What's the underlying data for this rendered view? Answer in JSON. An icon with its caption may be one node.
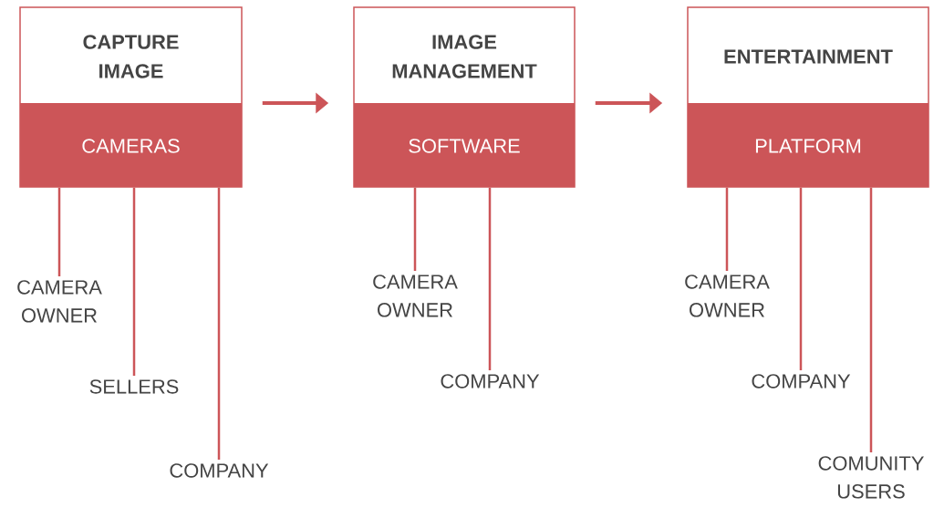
{
  "diagram": {
    "nodes": [
      {
        "text": [
          "CAPTURE IMAGE",
          "CAMERAS"
        ]
      },
      {
        "text": [
          "CAMERA OWNER"
        ]
      },
      {
        "text": [
          "SELLERS"
        ]
      },
      {
        "text": [
          "COMPANY"
        ]
      },
      {
        "text": [
          "IMAGE MANAGEMENT",
          "SOFTWARE"
        ]
      },
      {
        "text": [
          "CAMERA OWNER"
        ]
      },
      {
        "text": [
          "COMPANY"
        ]
      },
      {
        "text": [
          "ENTERTAINMENT",
          "PLATFORM"
        ]
      },
      {
        "text": [
          "CAMERA OWNER"
        ]
      },
      {
        "text": [
          "COMPANY"
        ]
      },
      {
        "text": [
          "COMUNITY USERS"
        ]
      }
    ],
    "edges": [
      {
        "from": 0,
        "to": 1,
        "arrow": "none"
      },
      {
        "from": 0,
        "to": 2,
        "arrow": "none"
      },
      {
        "from": 0,
        "to": 3,
        "arrow": "none"
      },
      {
        "from": 0,
        "to": 4,
        "arrow": "to"
      },
      {
        "from": 4,
        "to": 5,
        "arrow": "none"
      },
      {
        "from": 4,
        "to": 6,
        "arrow": "none"
      },
      {
        "from": 4,
        "to": 7,
        "arrow": "to"
      },
      {
        "from": 7,
        "to": 8,
        "arrow": "none"
      },
      {
        "from": 7,
        "to": 9,
        "arrow": "none"
      },
      {
        "from": 7,
        "to": 10,
        "arrow": "none"
      }
    ]
  }
}
